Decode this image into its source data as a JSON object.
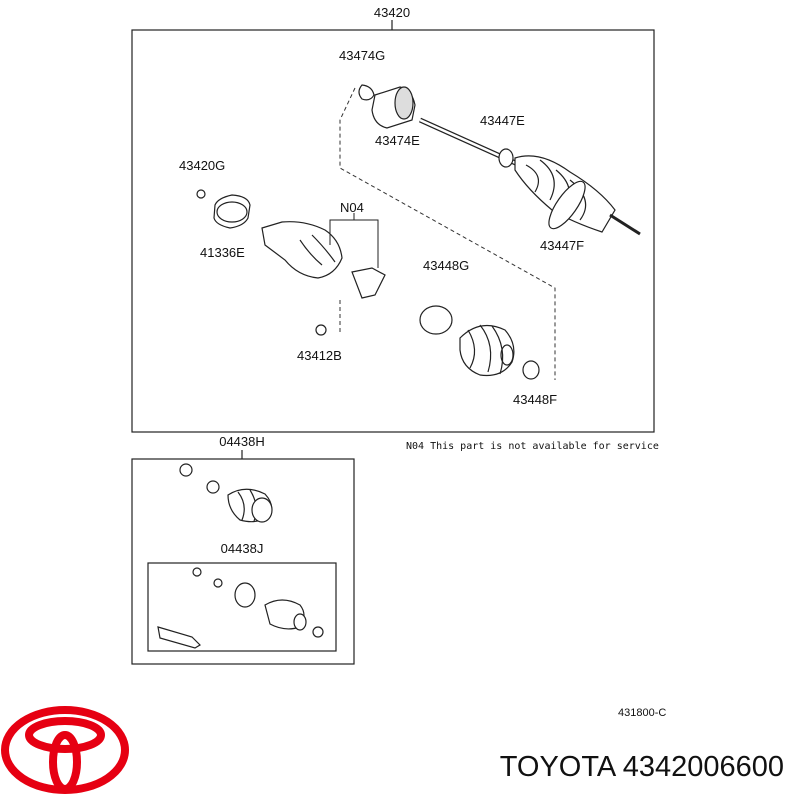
{
  "diagram": {
    "assembly_code": "43420",
    "note": "N04 This part is not available for service",
    "drawing_ref": "431800-C",
    "parts": {
      "p43474G": "43474G",
      "p43474E": "43474E",
      "p43447E": "43447E",
      "p43420G": "43420G",
      "p41336E": "41336E",
      "pN04": "N04",
      "p43448G": "43448G",
      "p43447F": "43447F",
      "p43412B": "43412B",
      "p43448F": "43448F"
    },
    "kit_outer": "04438H",
    "kit_inner": "04438J"
  },
  "footer": {
    "brand_text": "TOYOTA 4342006600",
    "logo_color": "#e60012"
  }
}
